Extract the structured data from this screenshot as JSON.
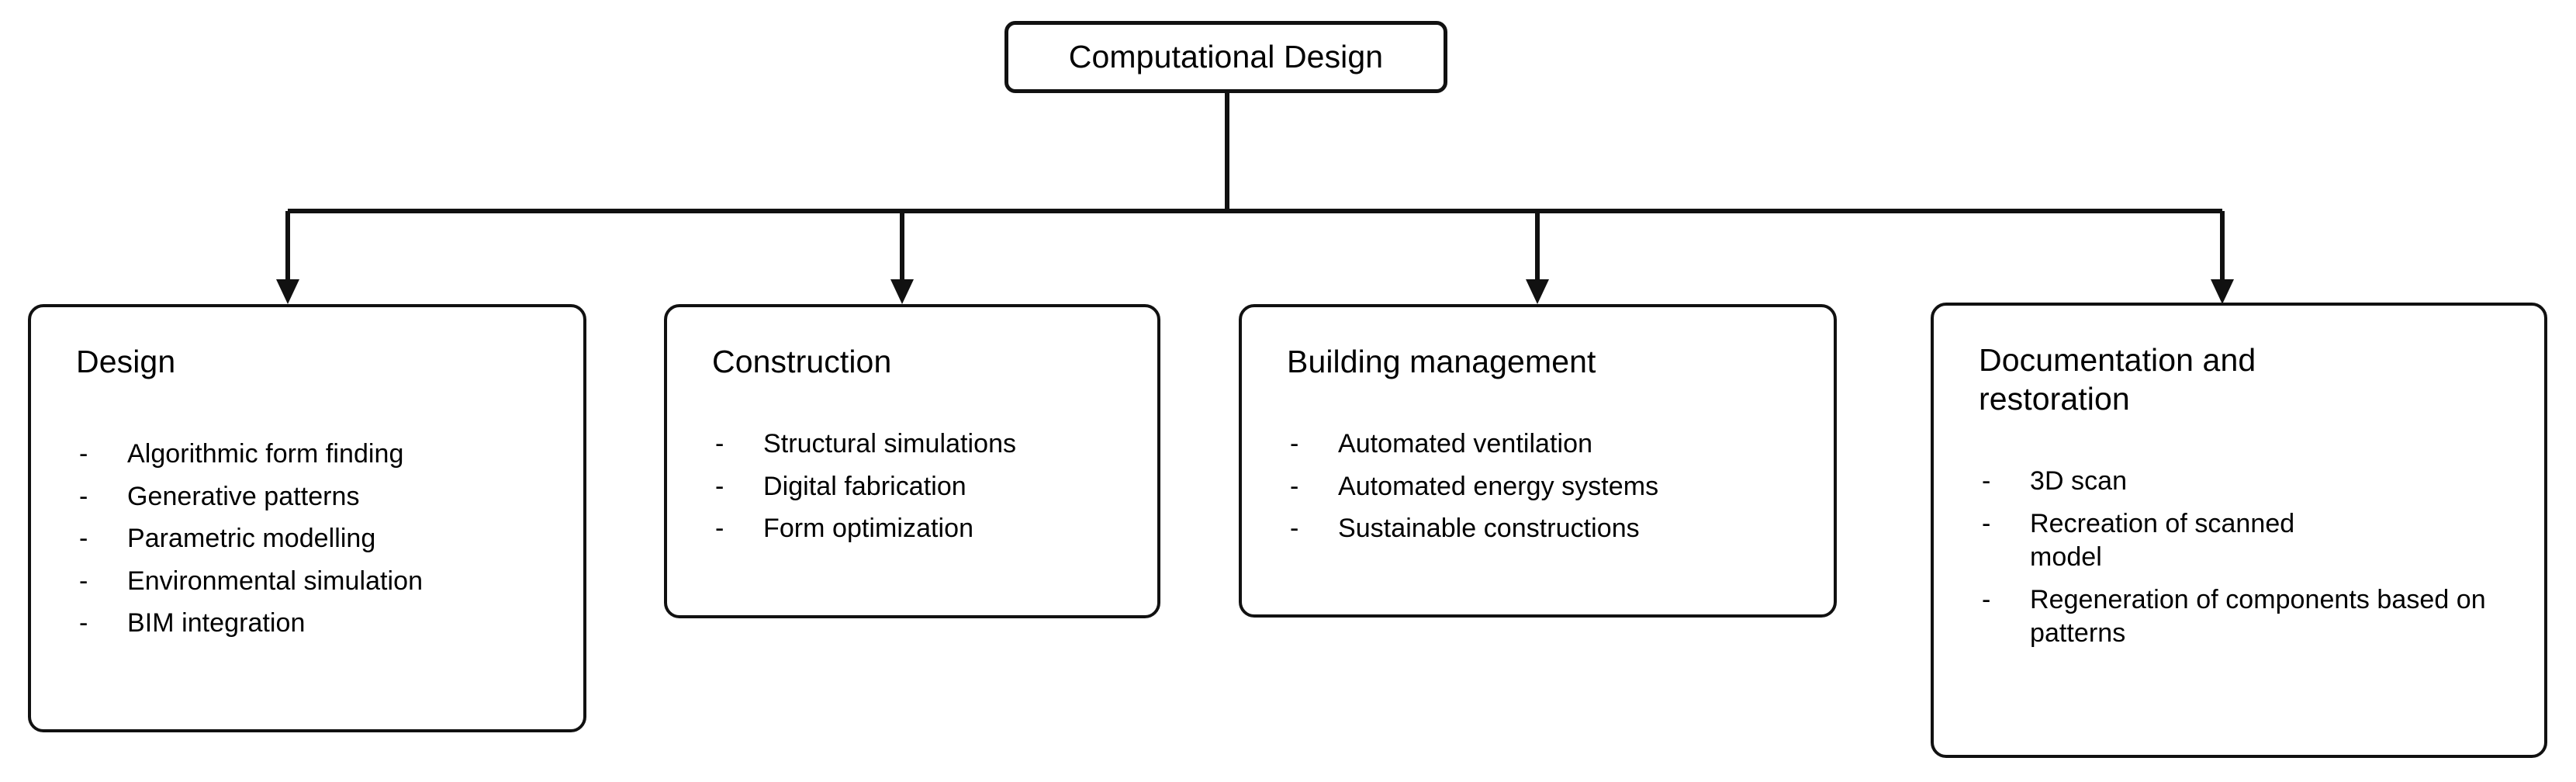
{
  "diagram": {
    "type": "hierarchy-tree",
    "orientation": "top-down",
    "root": {
      "label": "Computational Design"
    },
    "children": [
      {
        "title": "Design",
        "bullet_marker": "-",
        "items": [
          "Algorithmic  form finding",
          "Generative patterns",
          "Parametric modelling",
          "Environmental simulation",
          "BIM integration"
        ]
      },
      {
        "title": "Construction",
        "bullet_marker": "-",
        "items": [
          "Structural simulations",
          "Digital fabrication",
          "Form optimization"
        ]
      },
      {
        "title": "Building management",
        "bullet_marker": "-",
        "items": [
          "Automated ventilation",
          "Automated energy systems",
          "Sustainable constructions"
        ]
      },
      {
        "title": "Documentation and restoration",
        "bullet_marker": "-",
        "items": [
          "3D scan",
          "Recreation of scanned model",
          "Regeneration of components based on patterns"
        ]
      }
    ],
    "colors": {
      "stroke": "#111111",
      "background": "#ffffff",
      "text": "#000000"
    }
  }
}
